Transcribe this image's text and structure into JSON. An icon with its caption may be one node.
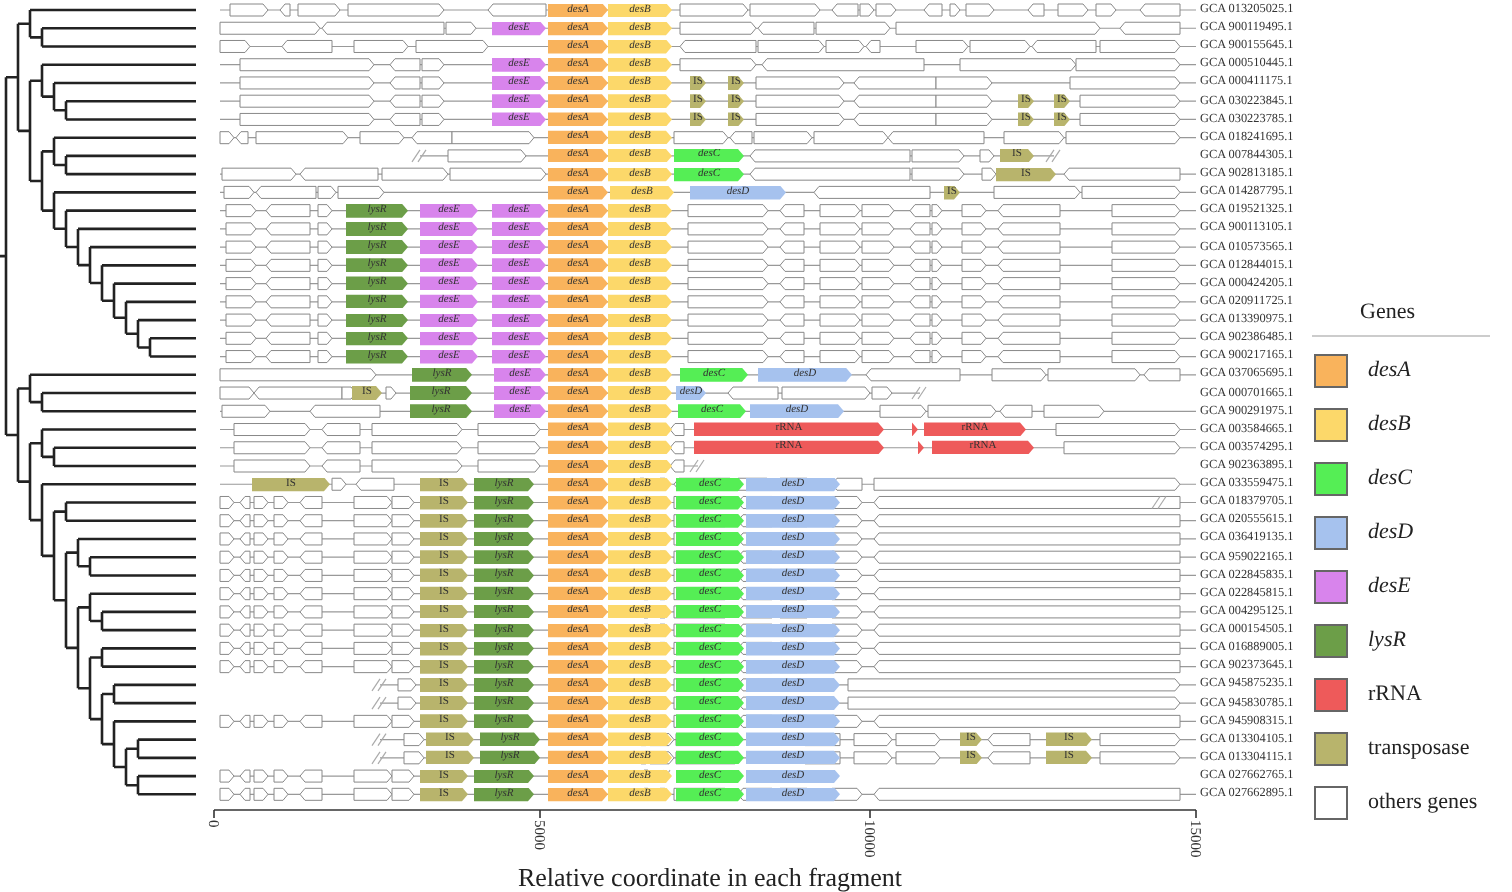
{
  "diagram": {
    "labels": [
      "desA",
      "desB",
      "GCA 013205025.1",
      "desE",
      "desA",
      "desB",
      "GCA 900119495.1",
      "desA",
      "desB",
      "GCA 900155645.1",
      "desE",
      "desA",
      "desB",
      "GCA 000510445.1",
      "desE",
      "desA",
      "desB",
      "IS",
      "IS",
      "GCA 000411175.1",
      "desE",
      "desA",
      "desB",
      "IS",
      "IS",
      "IS",
      "IS",
      "GCA 030223845.1",
      "desE",
      "desA",
      "desB",
      "IS",
      "IS",
      "IS",
      "IS",
      "GCA 030223785.1",
      "desA",
      "desB",
      "GCA 018241695.1",
      "desA",
      "desB",
      "desC",
      "IS",
      "GCA 007844305.1",
      "desA",
      "desB",
      "desC",
      "IS",
      "GCA 902813185.1",
      "desA",
      "desB",
      "desD",
      "IS",
      "GCA 014287795.1",
      "lysR",
      "desE",
      "desE",
      "desA",
      "desB",
      "GCA 019521325.1",
      "lysR",
      "desE",
      "desE",
      "desA",
      "desB",
      "GCA 900113105.1",
      "lysR",
      "desE",
      "desE",
      "desA",
      "desB",
      "GCA 010573565.1",
      "lysR",
      "desE",
      "desE",
      "desA",
      "desB",
      "GCA 012844015.1",
      "lysR",
      "desE",
      "desE",
      "desA",
      "desB",
      "GCA 000424205.1",
      "lysR",
      "desE",
      "desE",
      "desA",
      "desB",
      "GCA 020911725.1",
      "lysR",
      "desE",
      "desE",
      "desA",
      "desB",
      "GCA 013390975.1",
      "lysR",
      "desE",
      "desE",
      "desA",
      "desB",
      "GCA 902386485.1",
      "lysR",
      "desE",
      "desE",
      "desA",
      "desB",
      "GCA 900217165.1",
      "lysR",
      "desE",
      "desA",
      "desB",
      "desC",
      "desD",
      "GCA 037065695.1",
      "IS",
      "lysR",
      "desE",
      "desA",
      "desB",
      "desD",
      "GCA 000701665.1",
      "lysR",
      "desE",
      "desA",
      "desB",
      "desC",
      "desD",
      "GCA 900291975.1",
      "desA",
      "desB",
      "rRNA",
      "rRNA",
      "GCA 003584665.1",
      "desA",
      "desB",
      "rRNA",
      "rRNA",
      "GCA 003574295.1",
      "desA",
      "desB",
      "GCA 902363895.1",
      "IS",
      "IS",
      "lysR",
      "desA",
      "desB",
      "desC",
      "desD",
      "GCA 033559475.1",
      "IS",
      "lysR",
      "desA",
      "desB",
      "desC",
      "desD",
      "GCA 018379705.1",
      "IS",
      "lysR",
      "desA",
      "desB",
      "desC",
      "desD",
      "GCA 020555615.1",
      "IS",
      "lysR",
      "desA",
      "desB",
      "desC",
      "desD",
      "GCA 036419135.1",
      "IS",
      "lysR",
      "desA",
      "desB",
      "desC",
      "desD",
      "GCA 959022165.1",
      "IS",
      "lysR",
      "desA",
      "desB",
      "desC",
      "desD",
      "GCA 022845835.1",
      "IS",
      "lysR",
      "desA",
      "desB",
      "desC",
      "desD",
      "GCA 022845815.1",
      "IS",
      "lysR",
      "desA",
      "desB",
      "desC",
      "desD",
      "GCA 004295125.1",
      "IS",
      "lysR",
      "desA",
      "desB",
      "desC",
      "desD",
      "GCA 000154505.1",
      "IS",
      "lysR",
      "desA",
      "desB",
      "desC",
      "desD",
      "GCA 016889005.1",
      "IS",
      "lysR",
      "desA",
      "desB",
      "desC",
      "desD",
      "GCA 902373645.1",
      "IS",
      "lysR",
      "desA",
      "desB",
      "desC",
      "desD",
      "GCA 945875235.1",
      "IS",
      "lysR",
      "desA",
      "desB",
      "desC",
      "desD",
      "GCA 945830785.1",
      "IS",
      "lysR",
      "desA",
      "desB",
      "desC",
      "desD",
      "GCA 945908315.1",
      "IS",
      "lysR",
      "desA",
      "desB",
      "desC",
      "desD",
      "IS",
      "IS",
      "GCA 013304105.1",
      "IS",
      "lysR",
      "desA",
      "desB",
      "desC",
      "desD",
      "IS",
      "IS",
      "GCA 013304115.1",
      "IS",
      "lysR",
      "desA",
      "desB",
      "desC",
      "desD",
      "GCA 027662765.1",
      "IS",
      "lysR",
      "desA",
      "desB",
      "desC",
      "desD",
      "GCA 027662895.1",
      "Genes",
      "0",
      "5000",
      "10000",
      "15000",
      "Relative coordinate in each fragment"
    ],
    "legend": [
      {
        "text": "desA",
        "color": "#f9b35c"
      },
      {
        "text": "desB",
        "color": "#fcd86a"
      },
      {
        "text": "desC",
        "color": "#55ee55"
      },
      {
        "text": "desD",
        "color": "#a6c2ee"
      },
      {
        "text": "desE",
        "color": "#d884ec"
      },
      {
        "text": "lysR",
        "color": "#6c9e48"
      },
      {
        "text": "rRNA",
        "color": "#ee5a5a"
      },
      {
        "text": "transposase",
        "color": "#b8b46c"
      },
      {
        "text": "others genes",
        "color": "#ffffff"
      }
    ]
  }
}
